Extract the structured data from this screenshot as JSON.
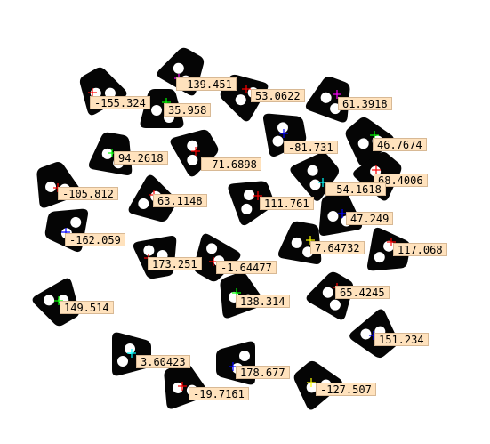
{
  "parts": [
    {
      "id": 1,
      "angle": "-155.324",
      "marker": "#ff0000"
    },
    {
      "id": 2,
      "angle": "-139.451",
      "marker": "#ff00ff"
    },
    {
      "id": 3,
      "angle": "35.958",
      "marker": "#00ff00"
    },
    {
      "id": 4,
      "angle": "53.0622",
      "marker": "#ff0000"
    },
    {
      "id": 5,
      "angle": "61.3918",
      "marker": "#ff00ff"
    },
    {
      "id": 6,
      "angle": "-81.731",
      "marker": "#0000ff"
    },
    {
      "id": 7,
      "angle": "46.7674",
      "marker": "#00ff00"
    },
    {
      "id": 8,
      "angle": "94.2618",
      "marker": "#00ff00"
    },
    {
      "id": 9,
      "angle": "-71.6898",
      "marker": "#ff0000"
    },
    {
      "id": 10,
      "angle": "-105.812",
      "marker": "#ff0000"
    },
    {
      "id": 11,
      "angle": "63.1148",
      "marker": "#ff0000"
    },
    {
      "id": 12,
      "angle": "68.4006",
      "marker": "#ff0000"
    },
    {
      "id": 13,
      "angle": "-54.1618",
      "marker": "#00ffff"
    },
    {
      "id": 14,
      "angle": "111.761",
      "marker": "#ff0000"
    },
    {
      "id": 15,
      "angle": "47.249",
      "marker": "#0000ff"
    },
    {
      "id": 16,
      "angle": "-162.059",
      "marker": "#0000ff"
    },
    {
      "id": 17,
      "angle": "7.64732",
      "marker": "#ffff00"
    },
    {
      "id": 18,
      "angle": "117.068",
      "marker": "#ff0000"
    },
    {
      "id": 19,
      "angle": "173.251",
      "marker": "#ff0000"
    },
    {
      "id": 20,
      "angle": "-1.64477",
      "marker": "#ff0000"
    },
    {
      "id": 21,
      "angle": "138.314",
      "marker": "#00ff00"
    },
    {
      "id": 22,
      "angle": "65.4245",
      "marker": "#ff0000"
    },
    {
      "id": 23,
      "angle": "149.514",
      "marker": "#00ff00"
    },
    {
      "id": 24,
      "angle": "151.234",
      "marker": "#0000ff"
    },
    {
      "id": 25,
      "angle": "3.60423",
      "marker": "#00ffff"
    },
    {
      "id": 26,
      "angle": "178.677",
      "marker": "#0000ff"
    },
    {
      "id": 27,
      "angle": "-19.7161",
      "marker": "#ff0000"
    },
    {
      "id": 28,
      "angle": "-127.507",
      "marker": "#ffff00"
    }
  ]
}
